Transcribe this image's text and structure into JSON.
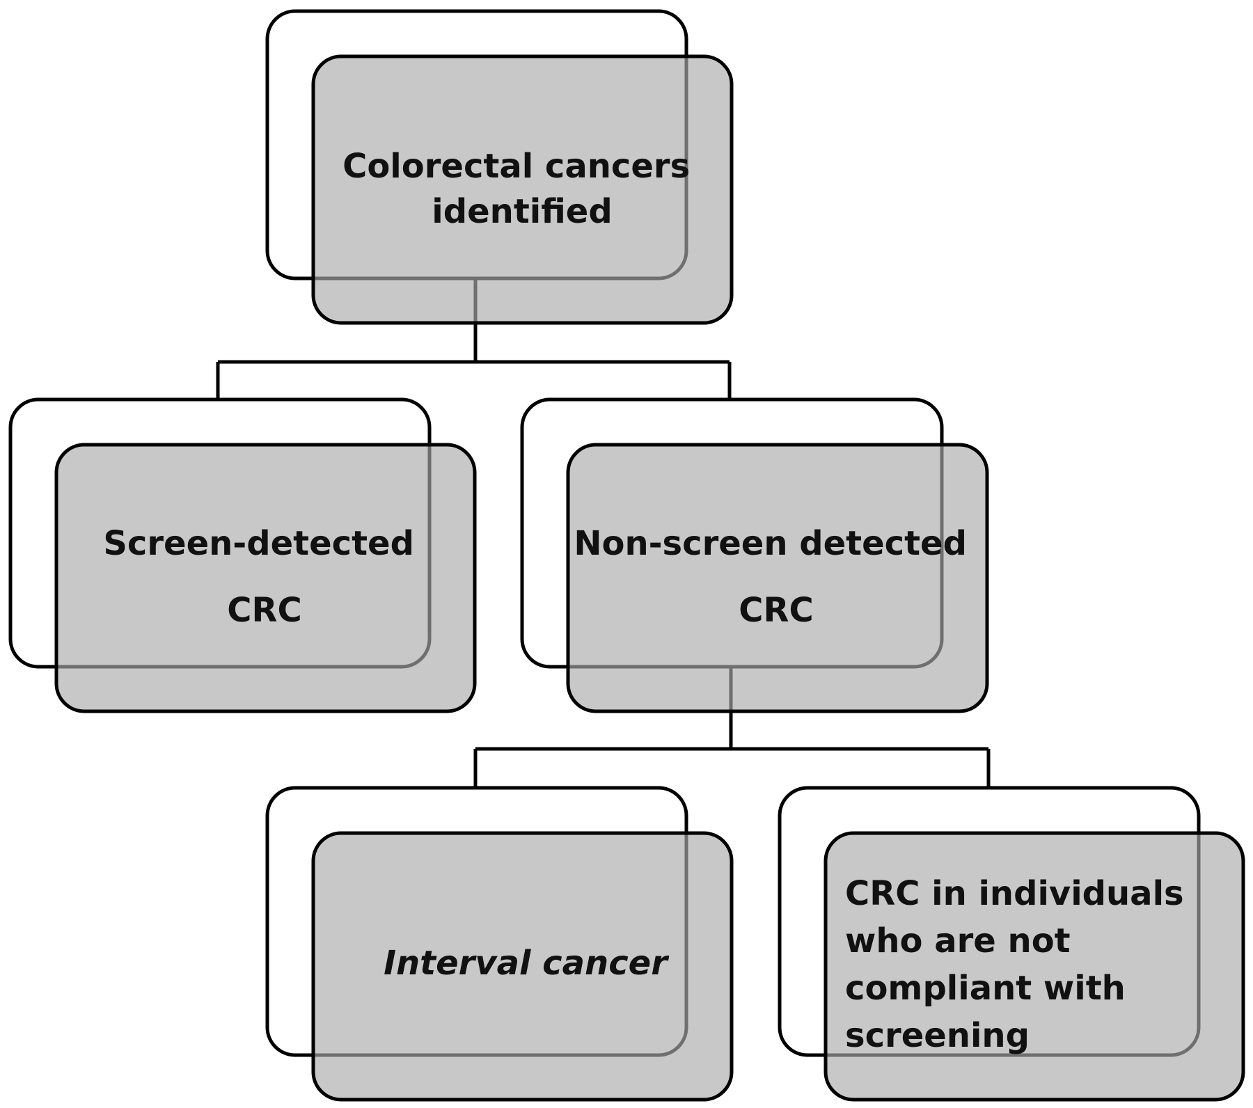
{
  "nodes": {
    "root": {
      "lines": [
        "Colorectal cancers",
        "identified"
      ]
    },
    "screen_detected": {
      "lines": [
        "Screen-detected",
        "CRC"
      ]
    },
    "non_screen_detected": {
      "lines": [
        "Non-screen detected",
        "CRC"
      ]
    },
    "interval_cancer": {
      "lines": [
        "Interval cancer"
      ]
    },
    "non_compliant": {
      "lines": [
        "CRC in individuals",
        "who are not",
        "compliant with",
        "screening"
      ]
    }
  },
  "colors": {
    "front_fill": "#aaaaaa",
    "back_fill": "#ffffff",
    "stroke": "#000000",
    "text": "#111111"
  }
}
